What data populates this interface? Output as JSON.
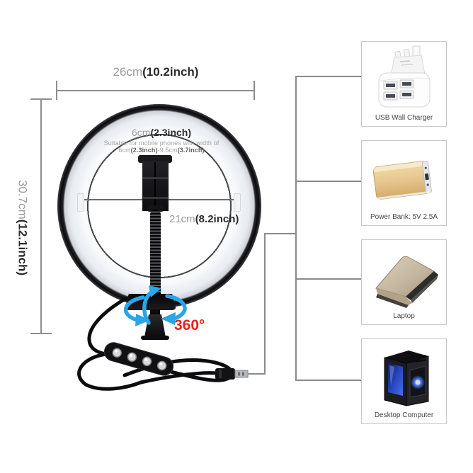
{
  "dimensions": {
    "outer_width_cm": "26cm",
    "outer_width_inch": "(10.2inch)",
    "total_height_cm": "30.7cm",
    "total_height_inch": "(12.1inch)",
    "clip_min_cm": "6cm",
    "clip_min_inch": "(2.3inch)",
    "inner_diameter_cm": "21cm",
    "inner_diameter_inch": "(8.2inch)"
  },
  "phone_note": {
    "line1": "Suitable for mobile phones with width of",
    "min_cm": "6cm",
    "min_inch": "(2.3inch)",
    "to_max_cm": "-9.5cm",
    "max_inch": "(3.7inch)"
  },
  "rotation_label": "360°",
  "power_sources": [
    {
      "label": "USB Wall Charger",
      "icon": "usb-wall-charger-icon"
    },
    {
      "label": "Power Bank: 5V 2.5A",
      "icon": "power-bank-icon"
    },
    {
      "label": "Laptop",
      "icon": "laptop-icon"
    },
    {
      "label": "Desktop Computer",
      "icon": "desktop-computer-icon"
    }
  ],
  "colors": {
    "rotation_red": "#e6231c",
    "arrow_blue": "#29a5e8",
    "connector_gray": "#8a8a8a",
    "power_bank_gold": "#e6c68e",
    "led_white": "#eef1f5"
  }
}
